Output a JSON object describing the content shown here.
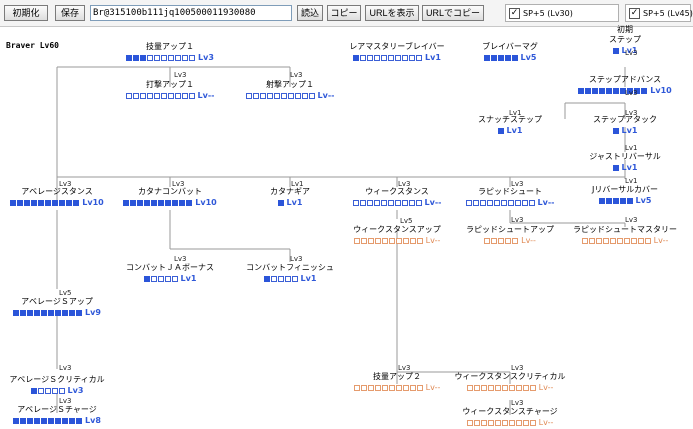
{
  "toolbar": {
    "init_label": "初期化",
    "save_label": "保存",
    "code_value": "Br@315100b111jq100500011930080",
    "load_label": "読込",
    "copy_label": "コピー",
    "url_show_label": "URLを表示",
    "url_copy_label": "URLでコピー",
    "sp1_label": "SP+5 (Lv30)",
    "sp2_label": "SP+5 (Lv45)"
  },
  "tree": {
    "title": "Braver Lv60"
  },
  "skills": [
    {
      "name": "技量アップ１",
      "filled": 3,
      "total": 10,
      "level": "Lv3",
      "orange": false
    },
    {
      "name": "打撃アップ１",
      "filled": 0,
      "total": 10,
      "level": "Lv--",
      "orange": false
    },
    {
      "name": "射撃アップ１",
      "filled": 0,
      "total": 10,
      "level": "Lv--",
      "orange": false
    },
    {
      "name": "レアマスタリーブレイバー",
      "filled": 1,
      "total": 10,
      "level": "Lv1",
      "orange": false
    },
    {
      "name": "ブレイバーマグ",
      "filled": 5,
      "total": 5,
      "level": "Lv5",
      "orange": false
    },
    {
      "name": "初期\nステップ",
      "filled": 1,
      "total": 1,
      "level": "Lv1",
      "orange": false
    },
    {
      "name": "ステップアドバンス",
      "filled": 10,
      "total": 10,
      "level": "Lv10",
      "orange": false
    },
    {
      "name": "スナッチステップ",
      "filled": 1,
      "total": 1,
      "level": "Lv1",
      "orange": false
    },
    {
      "name": "ステップアタック",
      "filled": 1,
      "total": 1,
      "level": "Lv1",
      "orange": false
    },
    {
      "name": "ジャストリバーサル",
      "filled": 1,
      "total": 1,
      "level": "Lv1",
      "orange": false
    },
    {
      "name": "Jリバーサルカバー",
      "filled": 5,
      "total": 5,
      "level": "Lv5",
      "orange": false
    },
    {
      "name": "アベレージスタンス",
      "filled": 10,
      "total": 10,
      "level": "Lv10",
      "orange": false
    },
    {
      "name": "カタナコンバット",
      "filled": 10,
      "total": 10,
      "level": "Lv10",
      "orange": false
    },
    {
      "name": "カタナギア",
      "filled": 1,
      "total": 1,
      "level": "Lv1",
      "orange": false
    },
    {
      "name": "ウィークスタンス",
      "filled": 0,
      "total": 10,
      "level": "Lv--",
      "orange": false
    },
    {
      "name": "ラピッドシュート",
      "filled": 0,
      "total": 10,
      "level": "Lv--",
      "orange": false
    },
    {
      "name": "ウィークスタンスアップ",
      "filled": 0,
      "total": 10,
      "level": "Lv--",
      "orange": true
    },
    {
      "name": "ラピッドシュートアップ",
      "filled": 0,
      "total": 5,
      "level": "Lv--",
      "orange": true
    },
    {
      "name": "ラピッドシュートマスタリー",
      "filled": 0,
      "total": 10,
      "level": "Lv--",
      "orange": true
    },
    {
      "name": "コンバットＪＡボーナス",
      "filled": 1,
      "total": 5,
      "level": "Lv1",
      "orange": false
    },
    {
      "name": "コンバットフィニッシュ",
      "filled": 1,
      "total": 5,
      "level": "Lv1",
      "orange": false
    },
    {
      "name": "アベレージＳアップ",
      "filled": 10,
      "total": 10,
      "level": "Lv9",
      "orange": false
    },
    {
      "name": "アベレージＳクリティカル",
      "filled": 1,
      "total": 5,
      "level": "Lv3",
      "orange": false
    },
    {
      "name": "アベレージＳチャージ",
      "filled": 10,
      "total": 10,
      "level": "Lv8",
      "orange": false
    },
    {
      "name": "技量アップ２",
      "filled": 0,
      "total": 10,
      "level": "Lv--",
      "orange": true
    },
    {
      "name": "ウィークスタンスクリティカル",
      "filled": 0,
      "total": 10,
      "level": "Lv--",
      "orange": true
    },
    {
      "name": "ウィークスタンスチャージ",
      "filled": 0,
      "total": 10,
      "level": "Lv--",
      "orange": true
    }
  ],
  "requirements": [
    "Lv3",
    "Lv3",
    "Lv3",
    "Lv3",
    "Lv1",
    "Lv3",
    "Lv1",
    "Lv1",
    "Lv3",
    "Lv3",
    "Lv1",
    "Lv3",
    "Lv3",
    "Lv5",
    "Lv3",
    "Lv3",
    "Lv3",
    "Lv3",
    "Lv5",
    "Lv3",
    "Lv3",
    "Lv3",
    "Lv3",
    "Lv3"
  ]
}
